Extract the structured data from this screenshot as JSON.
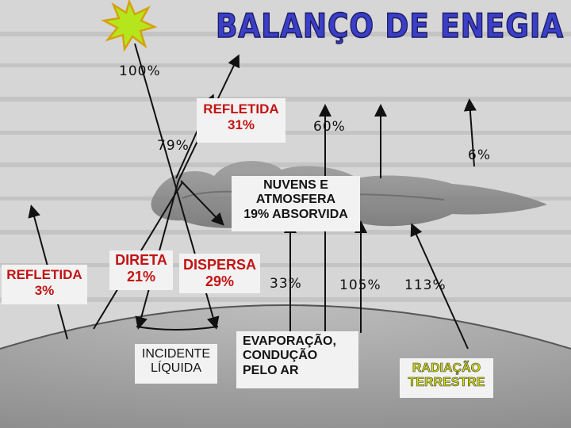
{
  "title": "BALANÇO DE ENEGIA",
  "labels": {
    "reflected_top": "REFLETIDA\n31%",
    "clouds": "NUVENS E\nATMOSFERA\n19% ABSORVIDA",
    "reflected_left": "REFLETIDA\n3%",
    "direct": "DIRETA\n21%",
    "diffuse": "DISPERSA\n29%",
    "net_incident": "INCIDENTE\nLÍQUIDA",
    "evaporation": "EVAPORAÇÃO,\nCONDUÇÃO\nPELO AR",
    "terrestrial": "RADIAÇÃO\nTERRESTRE"
  },
  "values": {
    "p100": "100%",
    "p79": "79%",
    "p60": "60%",
    "p6": "6%",
    "p33": "33%",
    "p105": "105%",
    "p113": "113%"
  },
  "colors": {
    "title": "#3b3fc7",
    "reflected": "#c21414",
    "terrestrial": "#d4e000",
    "sun": "#b5e61d",
    "label_box": "#f2f2f2"
  },
  "icons": {
    "sun": "sun-icon",
    "cloud": "cloud-icon",
    "earth": "earth-surface"
  }
}
